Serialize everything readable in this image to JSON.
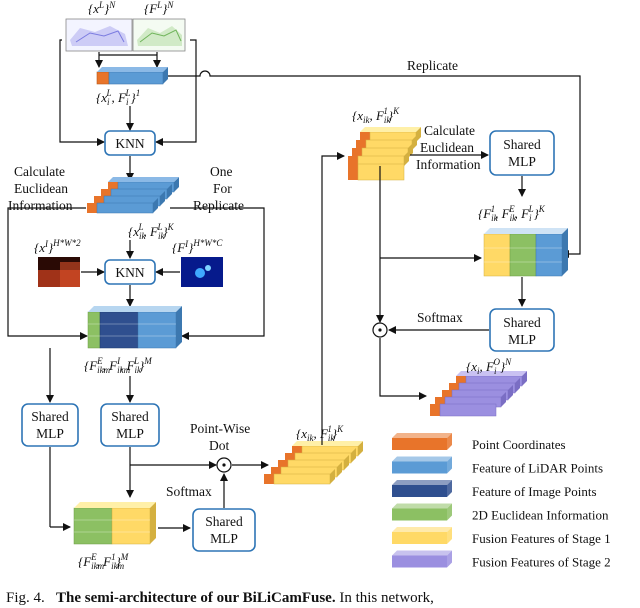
{
  "labels": {
    "xL": "{x^L}^N",
    "FL": "{F^L}^N",
    "xiFi1": "{x_i^L, F_i^L}^1",
    "replicate_top": "Replicate",
    "knn_top": "KNN",
    "knn_mid": "KNN",
    "calc_left_1": "Calculate",
    "calc_left_2": "Euclidean",
    "calc_left_3": "Information",
    "one_for_1": "One",
    "one_for_2": "For",
    "one_for_3": "Replicate",
    "xikFik": "{x_ik^L, F_ik^L}^K",
    "xI": "{x^I}^{H*W*2}",
    "FI": "{F^I}^{H*W*C}",
    "Fikm_group": "{F_ikm^E, F_ikm^I, F_ik^L}^M",
    "shared_mlp_a": "Shared",
    "shared_mlp_b": "MLP",
    "pointwise_1": "Point-Wise",
    "pointwise_2": "Dot",
    "softmax": "Softmax",
    "Fikm_bottom": "{F_ikm^E, F_ikm^1}^M",
    "xikFik1_mid": "{x_ik, F_ik^1}^K",
    "xikFik1_top": "{x_ik, F_ik^1}^K",
    "calc_right_1": "Calculate",
    "calc_right_2": "Euclidean",
    "calc_right_3": "Information",
    "F1_group": "{F_ik^1, F_ik^E, F_i^L}^K",
    "softmax_right": "Softmax",
    "xiFiO": "{x_i, F_i^O}^N"
  },
  "legend": [
    {
      "label": "Point Coordinates",
      "color": "#e8742a"
    },
    {
      "label": "Feature of LiDAR Points",
      "color": "#5b9bd5"
    },
    {
      "label": "Feature of Image Points",
      "color": "#2f4f8f"
    },
    {
      "label": "2D Euclidean Information",
      "color": "#8cc063"
    },
    {
      "label": "Fusion Features of Stage 1",
      "color": "#ffd966"
    },
    {
      "label": "Fusion Features of Stage 2",
      "color": "#9b8fe0"
    }
  ],
  "caption": {
    "prefix": "Fig. 4.",
    "bold": "The semi-architecture of our BiLiCamFuse.",
    "rest": " In this network,"
  },
  "colors": {
    "box_border": "#2e75b6",
    "arrow": "#111111"
  }
}
